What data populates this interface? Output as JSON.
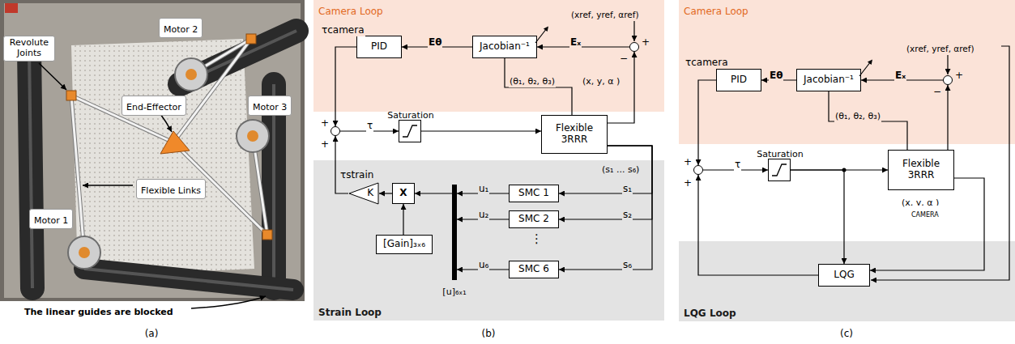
{
  "diagram": {
    "nodes": [
      {
        "text": [
          "Motor 2"
        ]
      },
      {
        "text": [
          "Revolute Joints"
        ]
      },
      {
        "text": [
          "End-Effector"
        ]
      },
      {
        "text": [
          "Motor 3"
        ]
      },
      {
        "text": [
          "Flexible Links"
        ]
      },
      {
        "text": [
          "Motor 1"
        ]
      },
      {
        "text": [
          "Camera Loop"
        ]
      },
      {
        "text": [
          "+",
          "−"
        ],
        "in": 6
      },
      {
        "text": [
          "Jacobian⁻¹"
        ],
        "in": 6
      },
      {
        "text": [
          "PID"
        ],
        "in": 6
      },
      {
        "text": [
          "+",
          "+"
        ]
      },
      {
        "text": [
          "Saturation"
        ]
      },
      {
        "text": [
          "Flexible 3RRR"
        ]
      },
      {
        "text": [
          "Strain Loop"
        ]
      },
      {
        "text": [
          "K"
        ],
        "in": 13
      },
      {
        "text": [
          "X"
        ],
        "in": 13
      },
      {
        "text": [
          "[u]₆ₓ₁"
        ],
        "in": 13
      },
      {
        "text": [
          "SMC 1"
        ],
        "in": 13
      },
      {
        "text": [
          "SMC 2"
        ],
        "in": 13
      },
      {
        "text": [
          "SMC 6"
        ],
        "in": 13
      },
      {
        "text": [
          "[Gain]₃ₓ₆"
        ],
        "in": 13
      },
      {
        "text": [
          "Camera Loop"
        ]
      },
      {
        "text": [
          "+",
          "−"
        ],
        "in": 21
      },
      {
        "text": [
          "Jacobian⁻¹"
        ],
        "in": 21
      },
      {
        "text": [
          "PID"
        ],
        "in": 21
      },
      {
        "text": [
          "+",
          "+"
        ]
      },
      {
        "text": [
          "Saturation"
        ]
      },
      {
        "text": [
          "Flexible 3RRR"
        ]
      },
      {
        "text": [
          "LQG Loop"
        ]
      },
      {
        "text": [
          "LQG"
        ],
        "in": 28
      }
    ],
    "edges": [
      {
        "from": 7,
        "to": 8,
        "arrow": "to",
        "label": "Eₓ"
      },
      {
        "from": 8,
        "to": 9,
        "arrow": "to",
        "label": "Eθ"
      },
      {
        "from": 9,
        "to": 10,
        "arrow": "to",
        "label": "τcamera"
      },
      {
        "from": 10,
        "to": 11,
        "arrow": "to",
        "label": "τ"
      },
      {
        "from": 11,
        "to": 12,
        "arrow": "to"
      },
      {
        "from": 12,
        "to": 7,
        "arrow": "to",
        "label": "(x, y, α )"
      },
      {
        "from": 12,
        "to": 8,
        "arrow": "none",
        "label": "(θ₁, θ₂, θ₃)"
      },
      {
        "from": 12,
        "to": 17,
        "arrow": "to",
        "label": "s₁"
      },
      {
        "from": 12,
        "to": 18,
        "arrow": "to",
        "label": "s₂"
      },
      {
        "from": 12,
        "to": 19,
        "arrow": "to",
        "label": "s₆"
      },
      {
        "from": 17,
        "to": 16,
        "arrow": "to",
        "label": "u₁"
      },
      {
        "from": 18,
        "to": 16,
        "arrow": "to",
        "label": "u₂"
      },
      {
        "from": 19,
        "to": 16,
        "arrow": "to",
        "label": "u₆"
      },
      {
        "from": 16,
        "to": 15,
        "arrow": "to"
      },
      {
        "from": 20,
        "to": 15,
        "arrow": "to"
      },
      {
        "from": 15,
        "to": 14,
        "arrow": "to"
      },
      {
        "from": 14,
        "to": 10,
        "arrow": "to",
        "label": "τstrain"
      },
      {
        "from": 22,
        "to": 23,
        "arrow": "to",
        "label": "Eₓ"
      },
      {
        "from": 23,
        "to": 24,
        "arrow": "to",
        "label": "Eθ"
      },
      {
        "from": 24,
        "to": 25,
        "arrow": "to",
        "label": "τcamera"
      },
      {
        "from": 25,
        "to": 26,
        "arrow": "to",
        "label": "τ"
      },
      {
        "from": 26,
        "to": 27,
        "arrow": "to"
      },
      {
        "from": 27,
        "to": 22,
        "arrow": "to"
      },
      {
        "from": 27,
        "to": 23,
        "arrow": "none",
        "label": "(θ₁, θ₂, θ₃)"
      },
      {
        "from": 27,
        "to": 29,
        "arrow": "to"
      },
      {
        "from": 26,
        "to": 29,
        "arrow": "to"
      },
      {
        "from": 29,
        "to": 25,
        "arrow": "to"
      }
    ],
    "labels": [
      "(a)",
      "(b)",
      "(c)",
      "The linear guides are blocked",
      "(xref, yref, αref)",
      "(s₁ ... s₆)",
      "⋮",
      "(xref, yref, αref)",
      "(x, y, α )",
      "CAMERA"
    ]
  }
}
